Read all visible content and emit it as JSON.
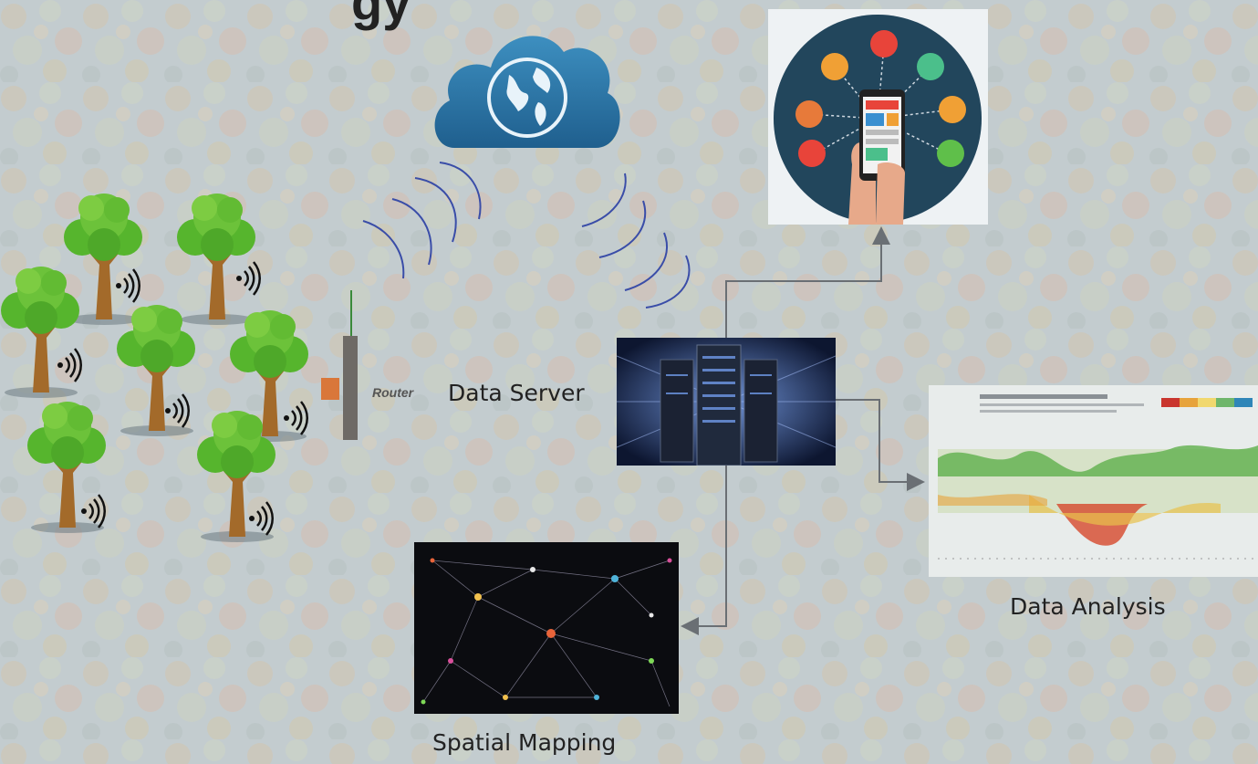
{
  "title_fragment": "gy",
  "labels": {
    "router": "Router",
    "data_server": "Data Server",
    "data_analysis": "Data Analysis",
    "spatial_mapping": "Spatial Mapping"
  },
  "colors": {
    "wave": "#3a4da8",
    "connector": "#6a6f74",
    "tree_leaf": "#56b52d",
    "tree_trunk": "#a36a2a",
    "router_box": "#d9773a"
  }
}
